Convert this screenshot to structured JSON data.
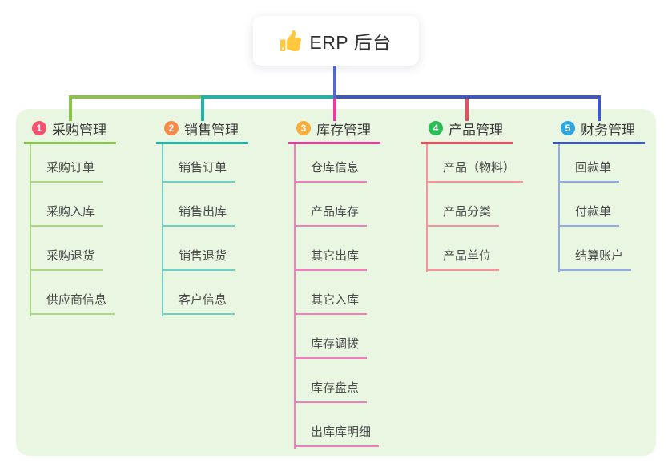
{
  "root": {
    "title": "ERP 后台",
    "icon": "thumbs-up"
  },
  "branches": [
    {
      "num": "1",
      "label": "采购管理",
      "color": "#8BC34A",
      "child_color": "#ACD584",
      "badge_color": "#F4516C",
      "children": [
        "采购订单",
        "采购入库",
        "采购退货",
        "供应商信息"
      ]
    },
    {
      "num": "2",
      "label": "销售管理",
      "color": "#1CB5A9",
      "child_color": "#6FCFC6",
      "badge_color": "#FB8A49",
      "children": [
        "销售订单",
        "销售出库",
        "销售退货",
        "客户信息"
      ]
    },
    {
      "num": "3",
      "label": "库存管理",
      "color": "#E93C9D",
      "child_color": "#F27DBE",
      "badge_color": "#FBAD3C",
      "children": [
        "仓库信息",
        "产品库存",
        "其它出库",
        "其它入库",
        "库存调拨",
        "库存盘点",
        "出库库明细"
      ]
    },
    {
      "num": "4",
      "label": "产品管理",
      "color": "#F14A5D",
      "child_color": "#F7939C",
      "badge_color": "#2BBE57",
      "children": [
        "产品（物料）",
        "产品分类",
        "产品单位"
      ]
    },
    {
      "num": "5",
      "label": "财务管理",
      "color": "#3F57C5",
      "child_color": "#94AAE4",
      "badge_color": "#2BA6DE",
      "children": [
        "回款单",
        "付款单",
        "结算账户"
      ]
    }
  ],
  "colors": {
    "panel_bg": "#E8F6E2",
    "root_line": "#5868C6",
    "title_text": "#333333",
    "node_text": "#3b3b3b",
    "child_text": "#4a4a4a",
    "thumb_icon": "#FFC83D"
  }
}
